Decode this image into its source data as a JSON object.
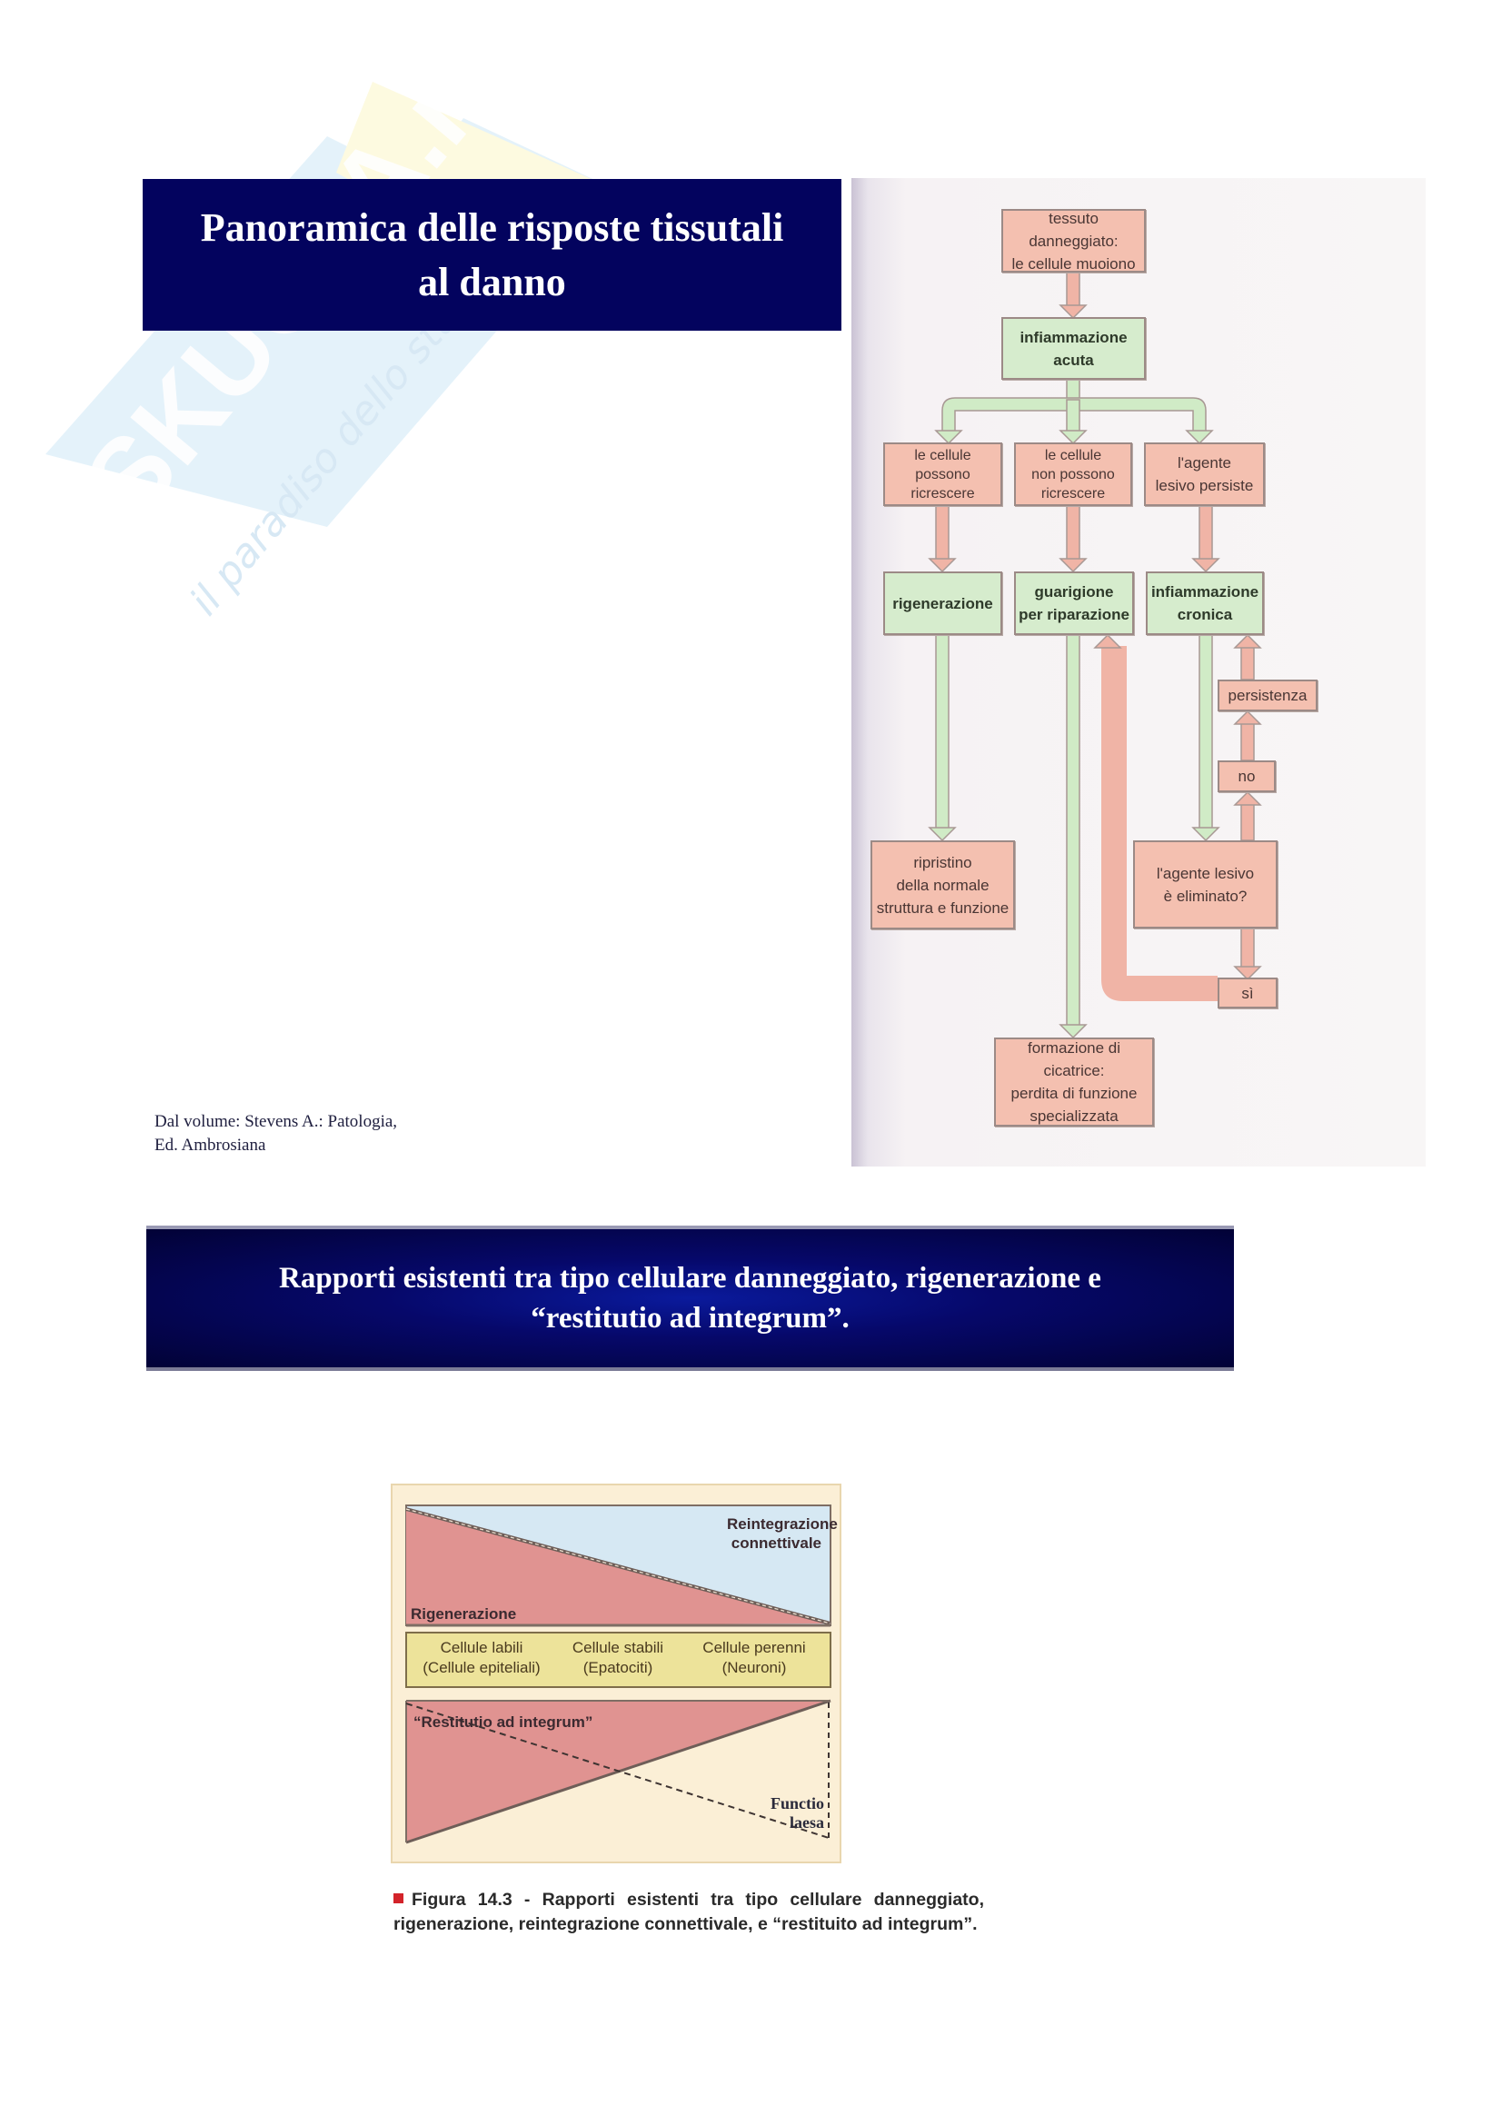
{
  "watermark": {
    "brand": "SKUOLA.net",
    "tagline": "il paradiso dello studente"
  },
  "section1": {
    "title_line1": "Panoramica delle risposte tissutali",
    "title_line2": "al danno",
    "source_line1": "Dal volume: Stevens A.: Patologia,",
    "source_line2": "Ed. Ambrosiana"
  },
  "flowchart": {
    "nodes": {
      "damaged_tissue": [
        "tessuto danneggiato:",
        "le cellule muoiono"
      ],
      "acute_inflammation": [
        "infiammazione",
        "acuta"
      ],
      "cells_can_regrow": [
        "le cellule",
        "possono",
        "ricrescere"
      ],
      "cells_cannot_regrow": [
        "le cellule",
        "non possono",
        "ricrescere"
      ],
      "agent_persists": [
        "l'agente",
        "lesivo persiste"
      ],
      "regeneration": [
        "rigenerazione"
      ],
      "repair_healing": [
        "guarigione",
        "per riparazione"
      ],
      "chronic_inflammation": [
        "infiammazione",
        "cronica"
      ],
      "persistence": [
        "persistenza"
      ],
      "no": [
        "no"
      ],
      "restoration": [
        "ripristino",
        "della normale",
        "struttura e funzione"
      ],
      "agent_eliminated_question": [
        "l'agente lesivo",
        "è eliminato?"
      ],
      "yes": [
        "sì"
      ],
      "scar_formation": [
        "formazione di cicatrice:",
        "perdita di funzione",
        "specializzata"
      ]
    },
    "colors": {
      "pink": "#f4c0b0",
      "green": "#d6eccd",
      "pink_arrow": "#f0b4a6",
      "green_arrow": "#d0ebc6"
    }
  },
  "section2": {
    "title_line1": "Rapporti esistenti tra tipo cellulare danneggiato, rigenerazione e",
    "title_line2": "“restitutio ad integrum”."
  },
  "figure": {
    "top_panel": {
      "label_regeneration": "Rigenerazione",
      "label_reintegration_line1": "Reintegrazione",
      "label_reintegration_line2": "connettivale"
    },
    "cell_types": [
      {
        "name": "Cellule labili",
        "example": "(Cellule epiteliali)"
      },
      {
        "name": "Cellule stabili",
        "example": "(Epatociti)"
      },
      {
        "name": "Cellule perenni",
        "example": "(Neuroni)"
      }
    ],
    "bottom_panel": {
      "label_restitutio": "“Restitutio ad integrum”",
      "label_functio": "Functio laesa"
    },
    "caption": "Figura 14.3 - Rapporti esistenti tra tipo cellulare danneggiato, rigenerazione, reintegrazione connettivale, e “restituito ad integrum”.",
    "colors": {
      "regeneration": "#e09391",
      "reintegration": "#d6e8f3",
      "band": "#ede39a",
      "background": "#fbefd6",
      "bullet": "#d3232a"
    }
  }
}
